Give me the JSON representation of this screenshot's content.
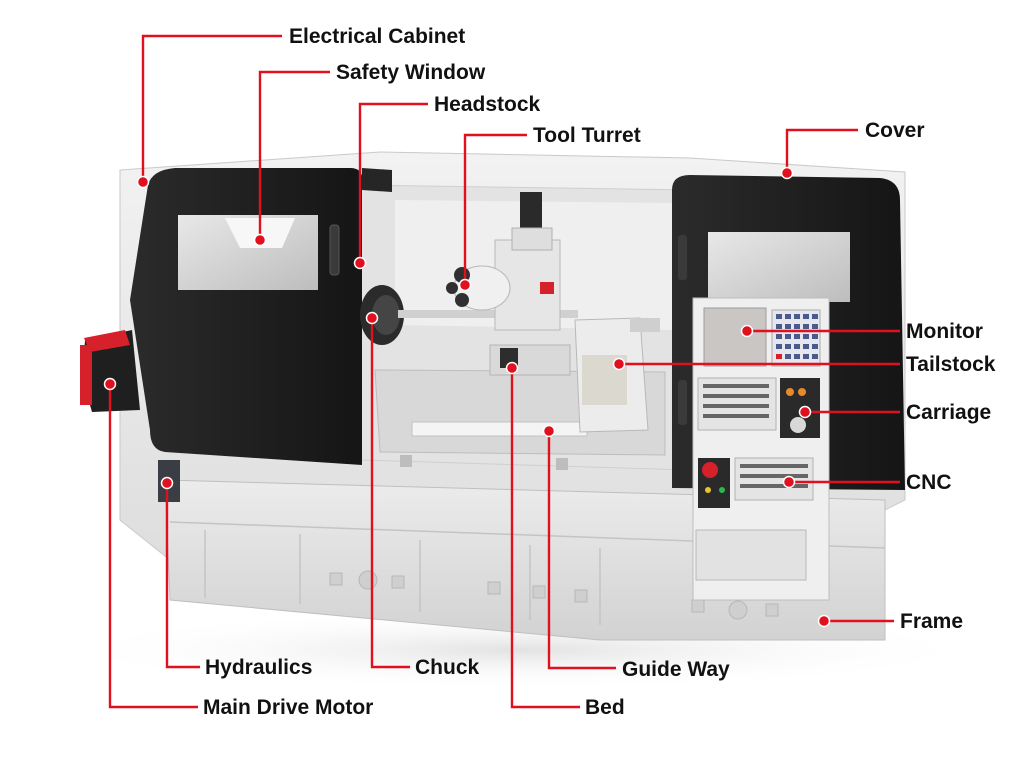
{
  "colors": {
    "leader": "#e0101e",
    "dot": "#e0101e",
    "label_text": "#111111",
    "enclosure": "#e9e9e9",
    "dark_panel": "#1e1e1e",
    "accent_red": "#d6202a"
  },
  "labels": {
    "electrical_cabinet": "Electrical Cabinet",
    "safety_window": "Safety Window",
    "headstock": "Headstock",
    "tool_turret": "Tool Turret",
    "cover": "Cover",
    "monitor": "Monitor",
    "tailstock": "Tailstock",
    "carriage": "Carriage",
    "cnc": "CNC",
    "frame": "Frame",
    "hydraulics": "Hydraulics",
    "chuck": "Chuck",
    "guide_way": "Guide Way",
    "main_drive_motor": "Main Drive Motor",
    "bed": "Bed"
  }
}
